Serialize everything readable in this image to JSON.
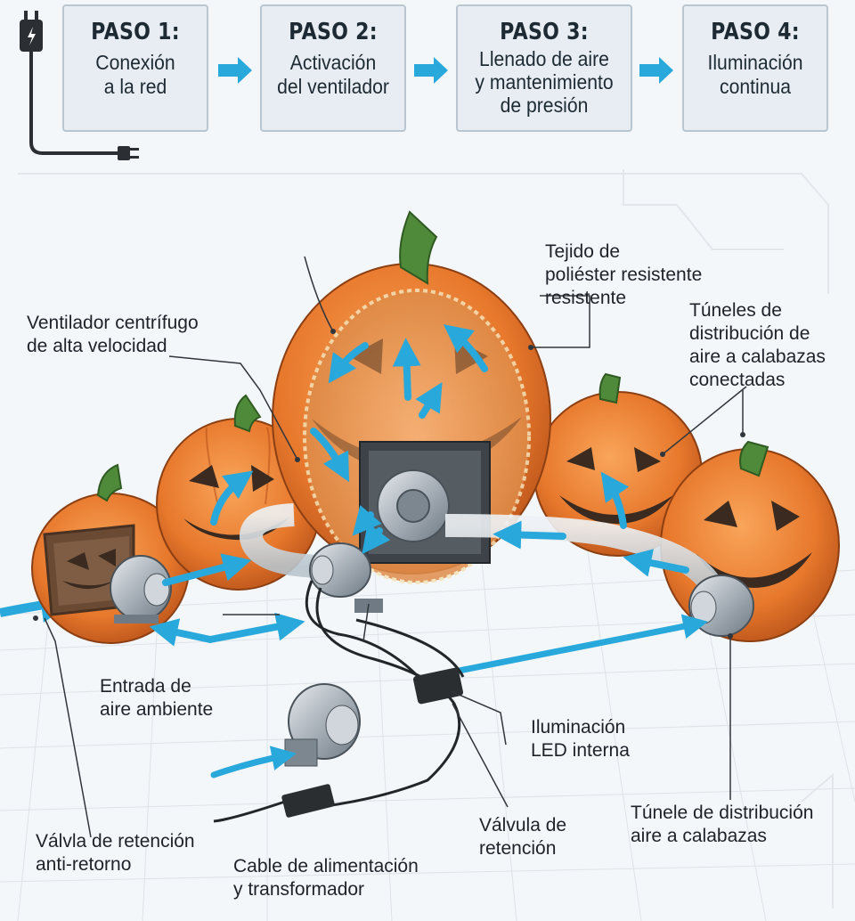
{
  "steps": [
    {
      "title": "PASO 1:",
      "text": "Conexión\na la red"
    },
    {
      "title": "PASO 2:",
      "text": "Activación\ndel ventilador"
    },
    {
      "title": "PASO 3:",
      "text": "Llenado de aire\ny mantenimiento\nde presión"
    },
    {
      "title": "PASO 4:",
      "text": "Iluminación\ncontinua"
    }
  ],
  "labels": {
    "fabric": "Tejido de\npoliéster resistente\nresistente",
    "fan": "Ventilador centrífugo\nde alta velocidad",
    "tunnels": "Túneles de\ndistribución de\naire a calabazas\nconectadas",
    "air_intake": "Entrada de\naire ambiente",
    "led": "Iluminación\nLED interna",
    "check_valve_left": "Válvla de retención\nanti-retorno",
    "check_valve_center": "Válvula de\nretención",
    "tunnel_single": "Túnele de distribución\naire a calabazas",
    "power_cable": "Cable de alimentación\ny transformador"
  },
  "colors": {
    "pumpkin": "#e7782c",
    "pumpkin_dark": "#b9531a",
    "stem": "#4f8a3a",
    "airflow": "#29a8dc",
    "step_bg": "#e7edf2",
    "text": "#1d2329"
  }
}
